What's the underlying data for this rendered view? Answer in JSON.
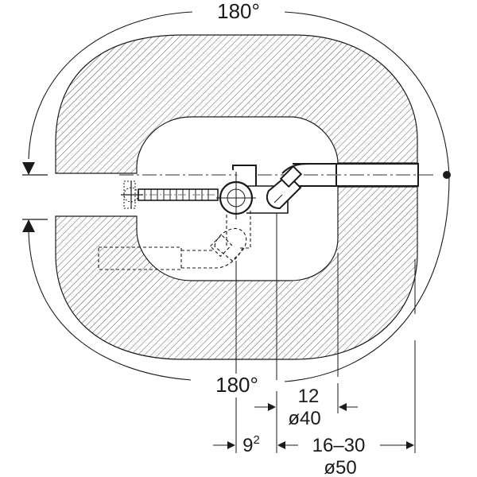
{
  "diagram": {
    "type": "technical-drawing",
    "subject": "Drain pipe rotation / swivel range, top view",
    "colors": {
      "line": "#1a1a1a",
      "hatch": "#555555",
      "background": "#ffffff"
    }
  },
  "labels": {
    "angle_top": "180°",
    "angle_bottom": "180°",
    "dim_12": "12",
    "dim_dia40": "ø40",
    "dim_9_base": "9",
    "dim_9_sup": "2",
    "dim_range": "16–30",
    "dim_dia50": "ø50"
  },
  "annotations": [
    {
      "id": "rotation-top",
      "text": "180°",
      "meaning": "upper rotation arc"
    },
    {
      "id": "rotation-bottom",
      "text": "180°",
      "meaning": "lower rotation arc"
    },
    {
      "id": "inner-offset",
      "text": "12",
      "sub": "ø40"
    },
    {
      "id": "small-offset",
      "text": "9²"
    },
    {
      "id": "outer-offset",
      "text": "16–30",
      "sub": "ø50"
    }
  ]
}
